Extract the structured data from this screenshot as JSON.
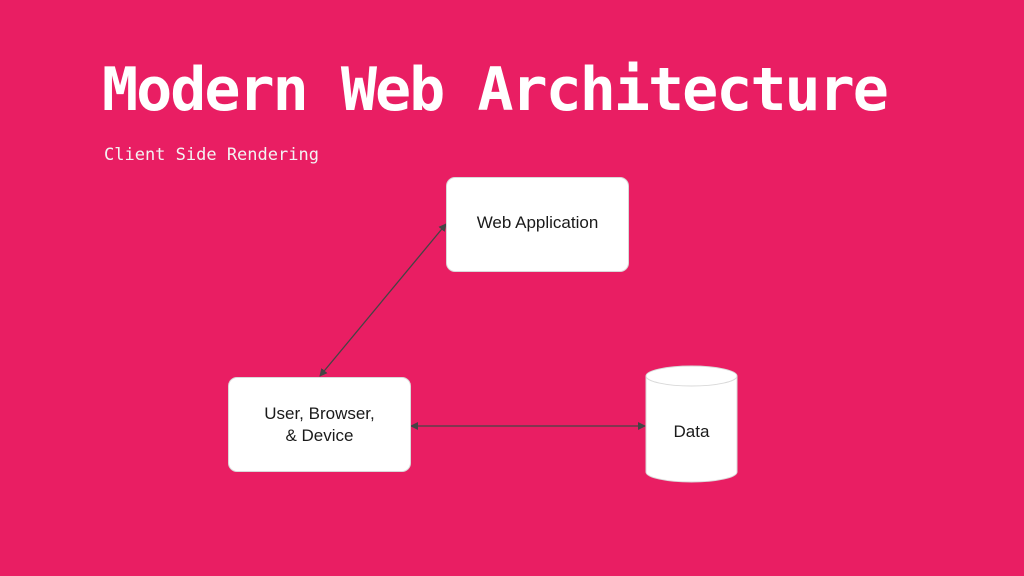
{
  "slide": {
    "title": "Modern Web Architecture",
    "subtitle": "Client Side Rendering",
    "background_color": "#e91e63"
  },
  "diagram": {
    "nodes": {
      "web_application": {
        "label": "Web Application"
      },
      "user_browser_device": {
        "label": "User, Browser,\n& Device"
      },
      "data": {
        "label": "Data",
        "shape": "cylinder"
      }
    },
    "edges": [
      {
        "from": "user_browser_device",
        "to": "web_application",
        "direction": "both"
      },
      {
        "from": "user_browser_device",
        "to": "data",
        "direction": "both"
      }
    ],
    "line_color": "#444444"
  }
}
